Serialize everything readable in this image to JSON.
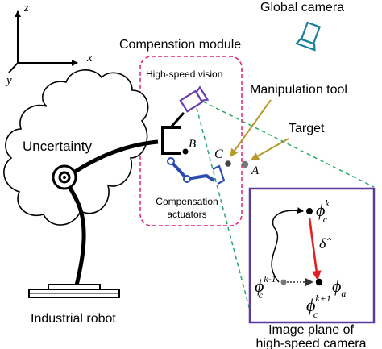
{
  "axes": {
    "z": "z",
    "x": "x",
    "y": "y"
  },
  "global_camera": {
    "label": "Global camera",
    "color": "#1a7f9a"
  },
  "compensation_module": {
    "label": "Compenstion module",
    "border_color": "#e0207a"
  },
  "high_speed_vision": {
    "label": "High-speed vision",
    "color": "#6a3db0"
  },
  "manipulation_tool": {
    "label": "Manipulation tool",
    "arrow_color": "#b59a2a"
  },
  "target": {
    "label": "Target"
  },
  "uncertainty": {
    "label": "Uncertainty"
  },
  "compensation_actuators": {
    "label_line1": "Compensation",
    "label_line2": "actuators",
    "color": "#2a4cb0"
  },
  "points": {
    "B": "B",
    "C": "C",
    "A": "A"
  },
  "industrial_robot": {
    "label": "Industrial robot"
  },
  "image_plane": {
    "label_line1": "Image plane of",
    "label_line2": "high-speed camera",
    "border_color": "#5b3a9a",
    "projection_line_color": "#2aa86a",
    "phi_c_k": {
      "base": "ϕ",
      "sup": "k",
      "sub": "c"
    },
    "phi_c_k_minus_1": {
      "base": "ϕ",
      "sup": "k-1",
      "sub": "c"
    },
    "phi_c_k_plus_1": {
      "base": "ϕ",
      "sup": "k+1",
      "sub": "c"
    },
    "phi_a": {
      "base": "ϕ",
      "sub": "a"
    },
    "delta_hat": "δ̂",
    "delta_arrow_color": "#e02020"
  }
}
